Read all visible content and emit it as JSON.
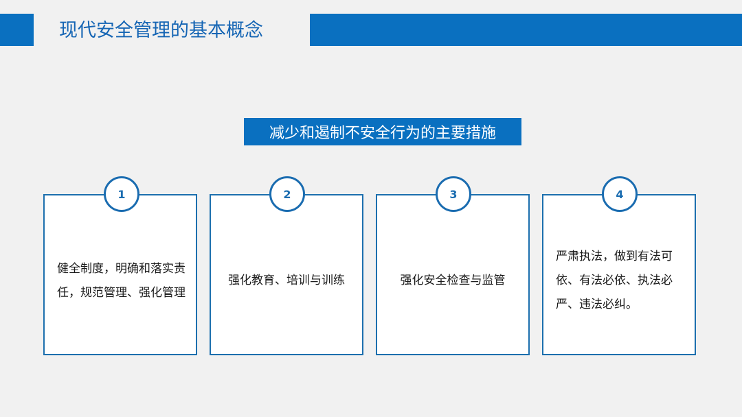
{
  "header": {
    "title": "现代安全管理的基本概念"
  },
  "subtitle": "减少和遏制不安全行为的主要措施",
  "cards": [
    {
      "number": "1",
      "text": "健全制度，明确和落实责任，规范管理、强化管理"
    },
    {
      "number": "2",
      "text": "强化教育、培训与训练"
    },
    {
      "number": "3",
      "text": "强化安全检查与监管"
    },
    {
      "number": "4",
      "text": "严肃执法，做到有法可依、有法必依、执法必严、违法必纠。"
    }
  ],
  "colors": {
    "accent": "#0a70c0",
    "border": "#1c6fae",
    "background": "#f1f1f1"
  }
}
